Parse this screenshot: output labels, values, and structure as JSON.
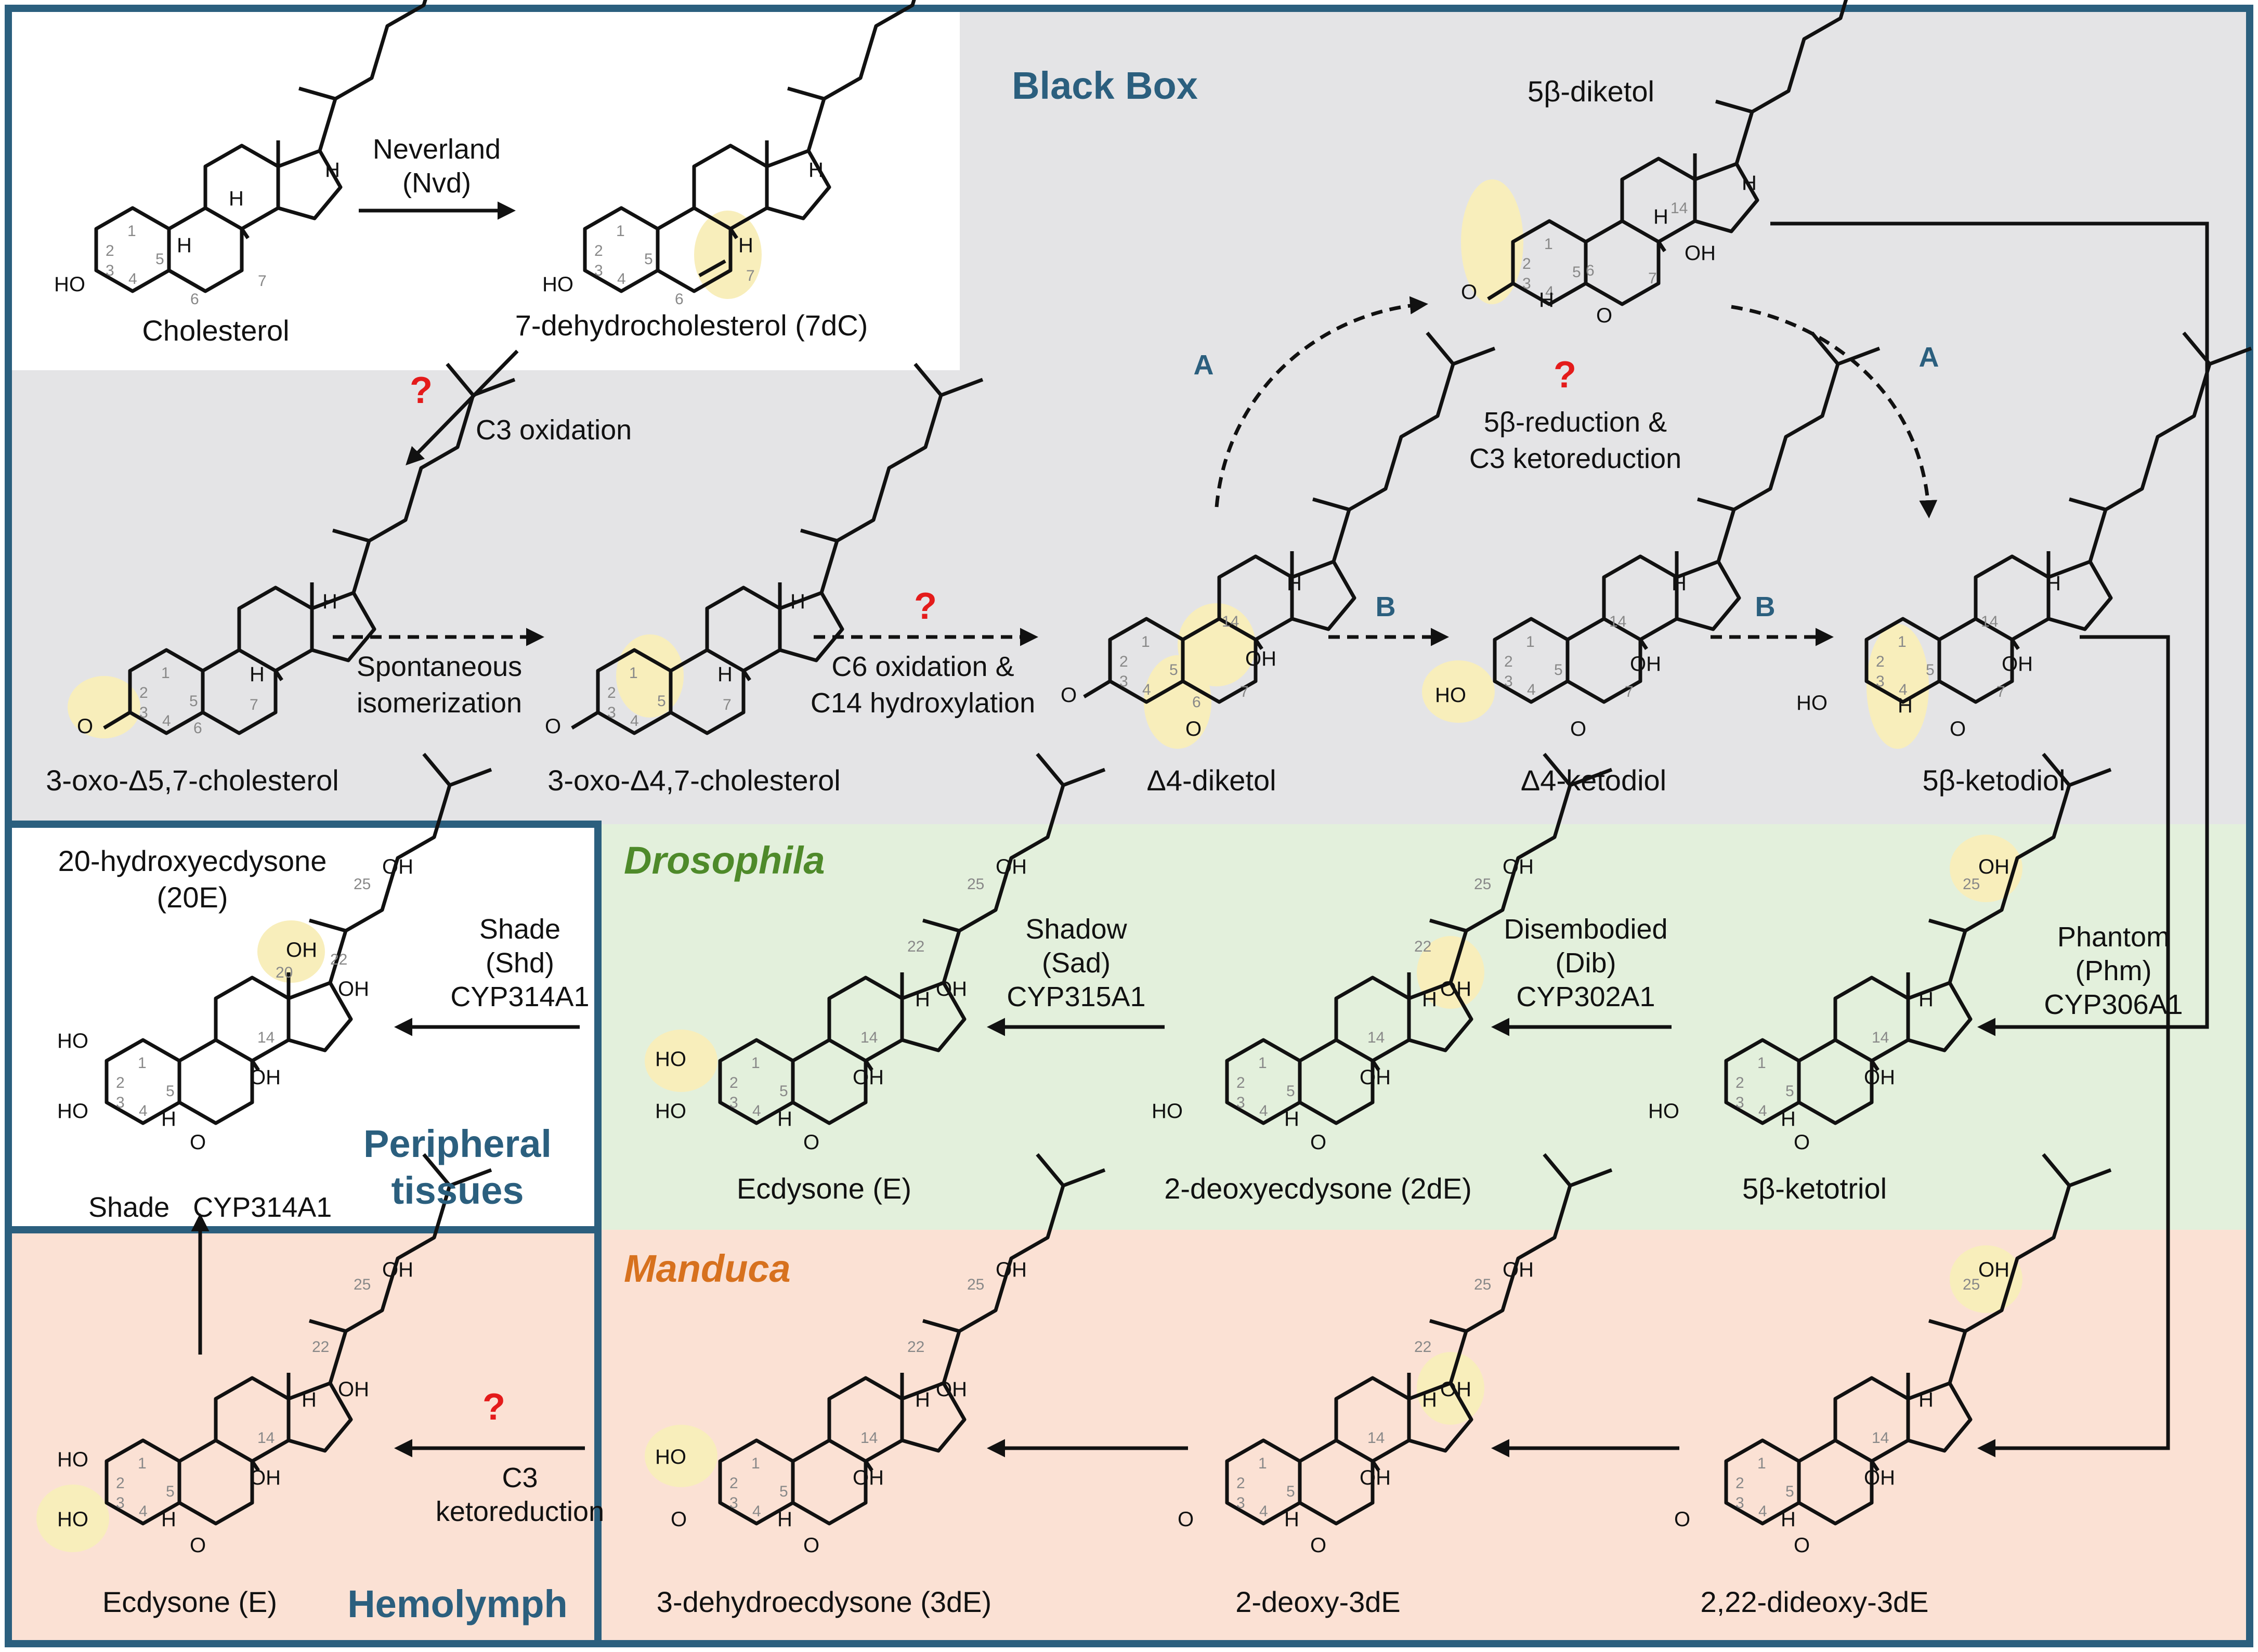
{
  "colors": {
    "frame": "#2b5f7e",
    "black_box_bg": "#e4e4e6",
    "drosophila_bg": "#e3f0dc",
    "manduca_bg": "#fbe1d4",
    "highlight": "#f8eebb",
    "question": "#e41b1b",
    "drosophila_text": "#4e8a2a",
    "manduca_text": "#d7711e"
  },
  "regions": {
    "black_box": "Black Box",
    "drosophila": "Drosophila",
    "manduca": "Manduca",
    "peripheral_line1": "Peripheral",
    "peripheral_line2": "tissues",
    "hemolymph": "Hemolymph"
  },
  "compounds": {
    "cholesterol": "Cholesterol",
    "dc7": "7-dehydrocholesterol (7dC)",
    "diketol5b": "5β-diketol",
    "oxo57": "3-oxo-Δ5,7-cholesterol",
    "oxo47": "3-oxo-Δ4,7-cholesterol",
    "diketol4": "Δ4-diketol",
    "ketodiol4": "Δ4-ketodiol",
    "ketodiol5b": "5β-ketodiol",
    "he20_line1": "20-hydroxyecdysone",
    "he20_line2": "(20E)",
    "ecdysone_dros": "Ecdysone (E)",
    "deoxy2": "2-deoxyecdysone (2dE)",
    "ketotriol5b": "5β-ketotriol",
    "ecdysone_hemo": "Ecdysone (E)",
    "dehydro3": "3-dehydroecdysone (3dE)",
    "deoxy3de": "2-deoxy-3dE",
    "dideoxy3de": "2,22-dideoxy-3dE"
  },
  "steps": {
    "nvd_line1": "Neverland",
    "nvd_line2": "(Nvd)",
    "c3_oxidation": "C3 oxidation",
    "spont_line1": "Spontaneous",
    "spont_line2": "isomerization",
    "c6_line1": "C6 oxidation &",
    "c6_line2": "C14 hydroxylation",
    "red_line1": "5β-reduction &",
    "red_line2": "C3 ketoreduction",
    "route_a": "A",
    "route_b": "B",
    "question": "?",
    "shade_line1": "Shade",
    "shade_line2": "(Shd)",
    "shade_line3": "CYP314A1",
    "shade_vertical": "Shade   CYP314A1",
    "shadow_line1": "Shadow",
    "shadow_line2": "(Sad)",
    "shadow_line3": "CYP315A1",
    "dib_line1": "Disembodied",
    "dib_line2": "(Dib)",
    "dib_line3": "CYP302A1",
    "phm_line1": "Phantom",
    "phm_line2": "(Phm)",
    "phm_line3": "CYP306A1",
    "c3k_line1": "C3",
    "c3k_line2": "ketoreduction"
  },
  "atoms": {
    "h": "H",
    "ho": "HO",
    "oh": "OH",
    "o": "O",
    "n1": "1",
    "n2": "2",
    "n3": "3",
    "n4": "4",
    "n5": "5",
    "n6": "6",
    "n7": "7",
    "n14": "14",
    "n20": "20",
    "n22": "22",
    "n25": "25"
  }
}
